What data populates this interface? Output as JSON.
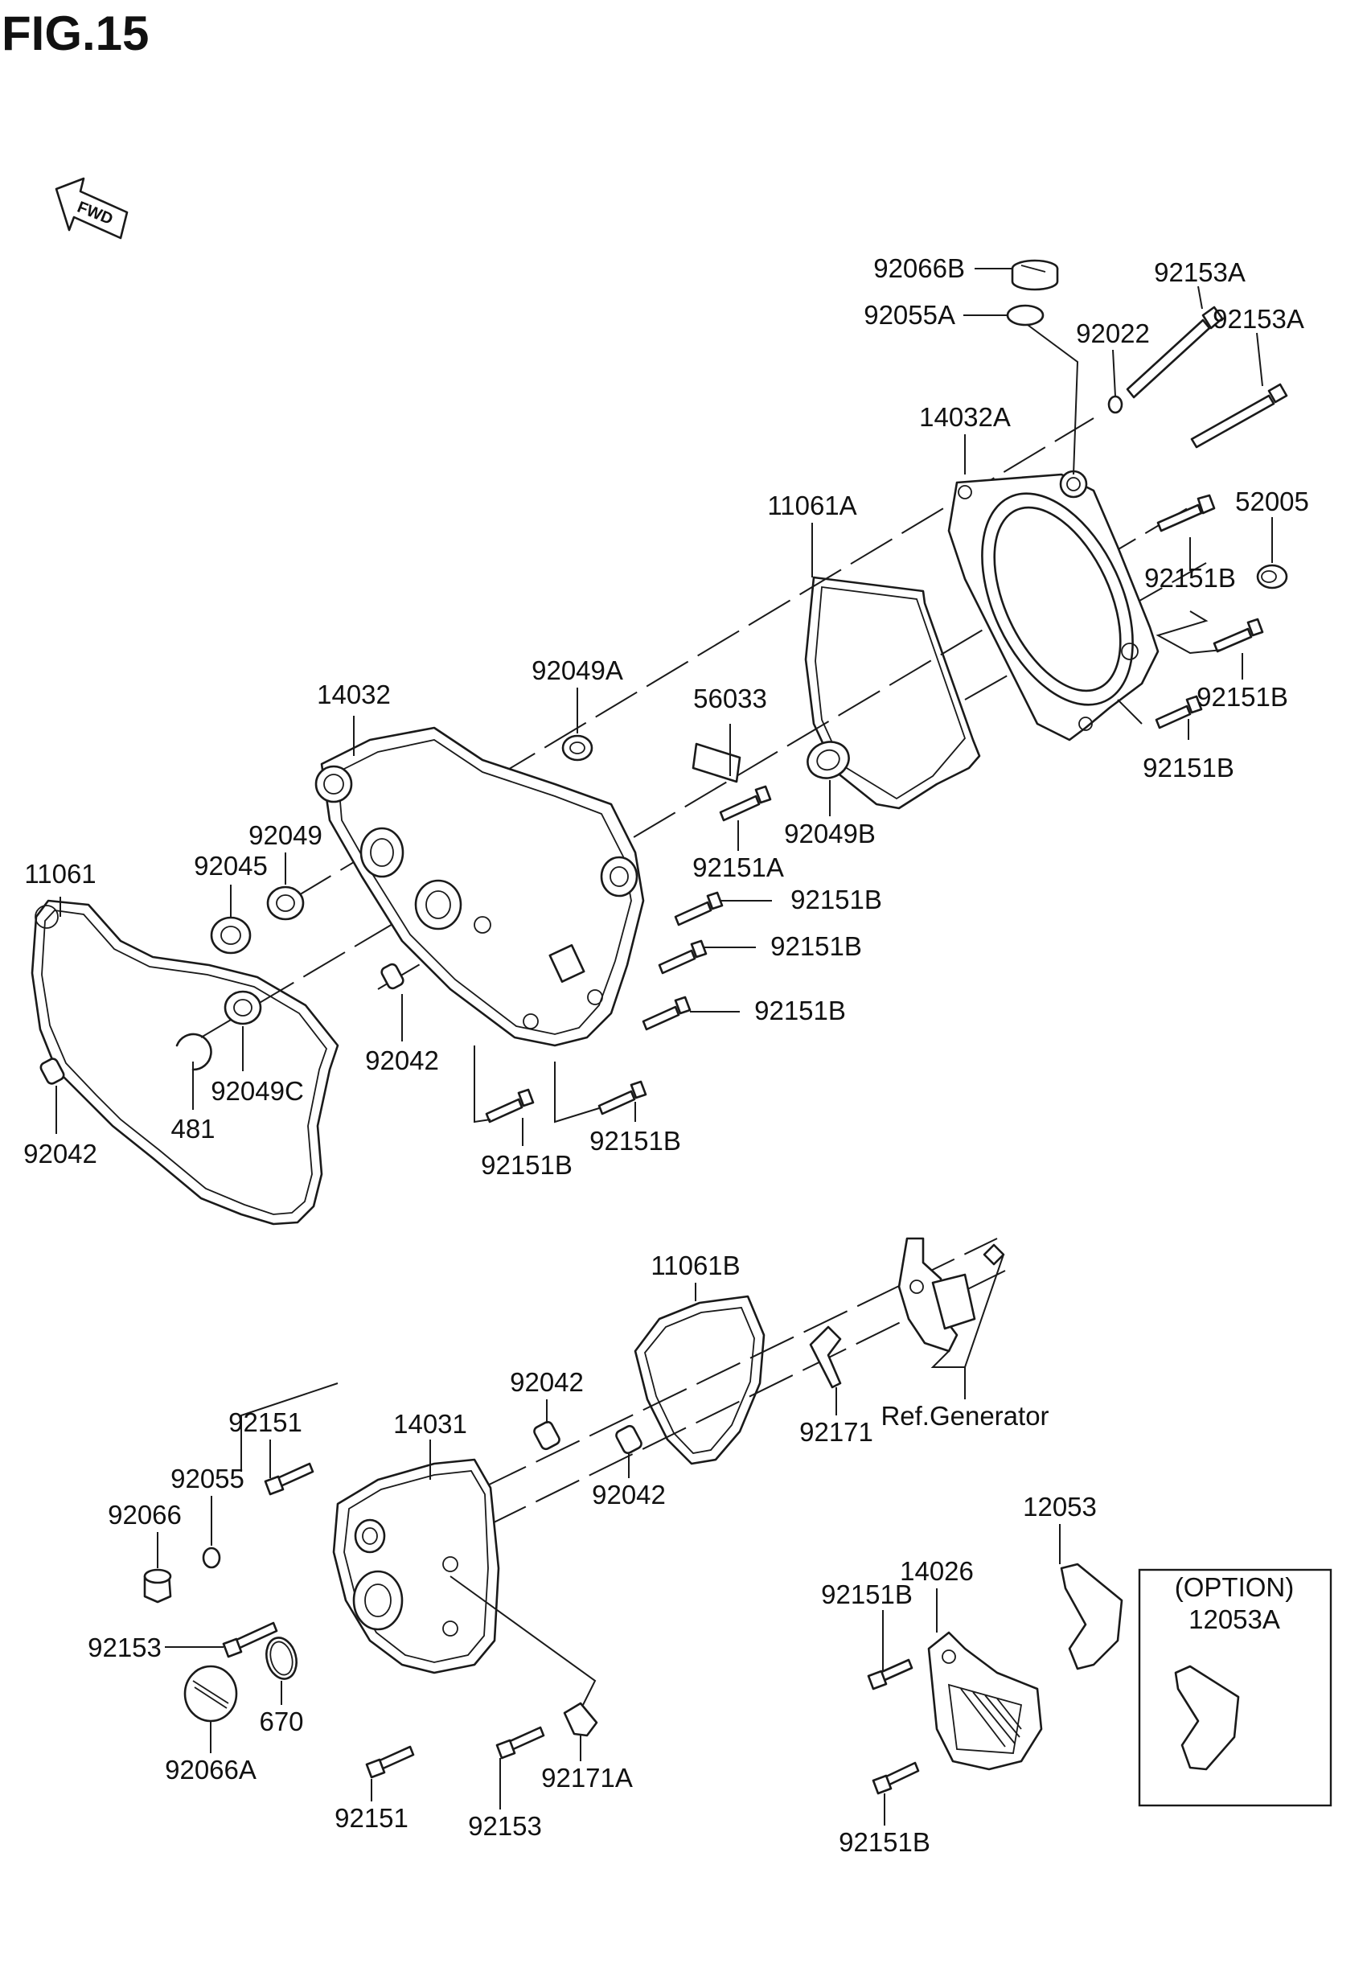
{
  "figure": {
    "title": "FIG.15",
    "fwd_label": "FWD"
  },
  "callouts": {
    "c1": "92066B",
    "c2": "92055A",
    "c3": "92153A",
    "c4": "92153A",
    "c5": "92022",
    "c6": "14032A",
    "c7": "11061A",
    "c8": "52005",
    "c9": "92151B",
    "c10": "92151B",
    "c11": "92151B",
    "c12": "92049A",
    "c13": "56033",
    "c14": "14032",
    "c15": "92049B",
    "c16": "92151A",
    "c17": "92049",
    "c18": "92045",
    "c19": "11061",
    "c20": "92151B",
    "c21": "92151B",
    "c22": "92151B",
    "c23": "92042",
    "c24": "92049C",
    "c25": "481",
    "c26": "92042",
    "c27": "92151B",
    "c28": "92151B",
    "c29": "11061B",
    "c30": "92042",
    "c31": "Ref.Generator",
    "c32": "92151",
    "c33": "14031",
    "c34": "92055",
    "c35": "92066",
    "c36": "92171",
    "c37": "92042",
    "c38": "12053",
    "c39": "14026",
    "c40": "92153",
    "c41": "670",
    "c42": "92151B",
    "c43": "92066A",
    "c44": "92151",
    "c45": "92153",
    "c46": "92171A",
    "c47": "92151B"
  },
  "option_box": {
    "heading": "(OPTION)",
    "part": "12053A"
  }
}
